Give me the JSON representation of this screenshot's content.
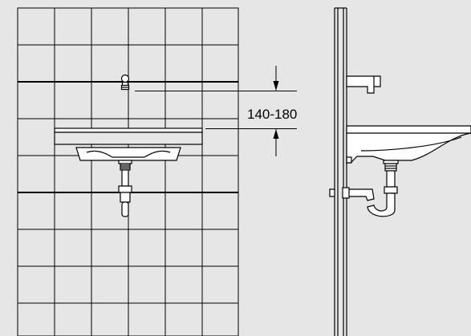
{
  "dimension": {
    "label": "140-180"
  },
  "colors": {
    "background": "#e6e6e6",
    "line": "#000000",
    "fill": "#ffffff"
  },
  "views": {
    "front": {
      "tiles": {
        "columns": 6,
        "rows": 9
      }
    },
    "side": {}
  }
}
